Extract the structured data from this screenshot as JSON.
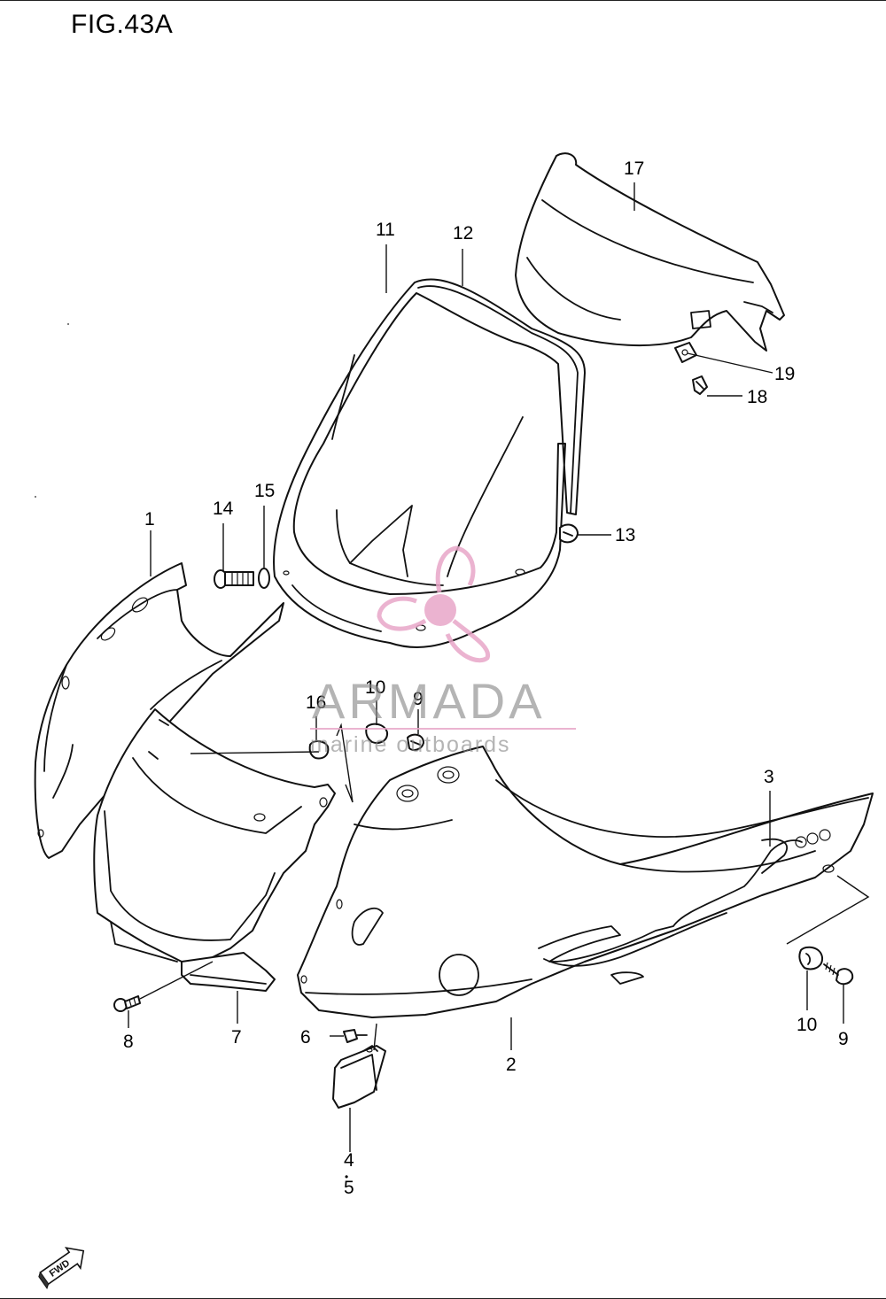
{
  "figure": {
    "title": "FIG.43A"
  },
  "callouts": {
    "c1": "1",
    "c2": "2",
    "c3": "3",
    "c4": "4",
    "c4_dot": "•",
    "c5": "5",
    "c6": "6",
    "c7": "7",
    "c8": "8",
    "c9a": "9",
    "c9b": "9",
    "c10a": "10",
    "c10b": "10",
    "c11": "11",
    "c12": "12",
    "c13": "13",
    "c14": "14",
    "c15": "15",
    "c16": "16",
    "c17": "17",
    "c18": "18",
    "c19": "19"
  },
  "watermark": {
    "brand": "ARMADA",
    "sub": "marine outboards",
    "logo_icon": "propeller-icon",
    "logo_color": "#e8a6c8"
  },
  "fwd_badge": {
    "text": "FWD",
    "icon": "arrow-forward-icon"
  },
  "colors": {
    "line": "#111111",
    "watermark": "#8a8a8a",
    "logo": "#e8a6c8"
  }
}
